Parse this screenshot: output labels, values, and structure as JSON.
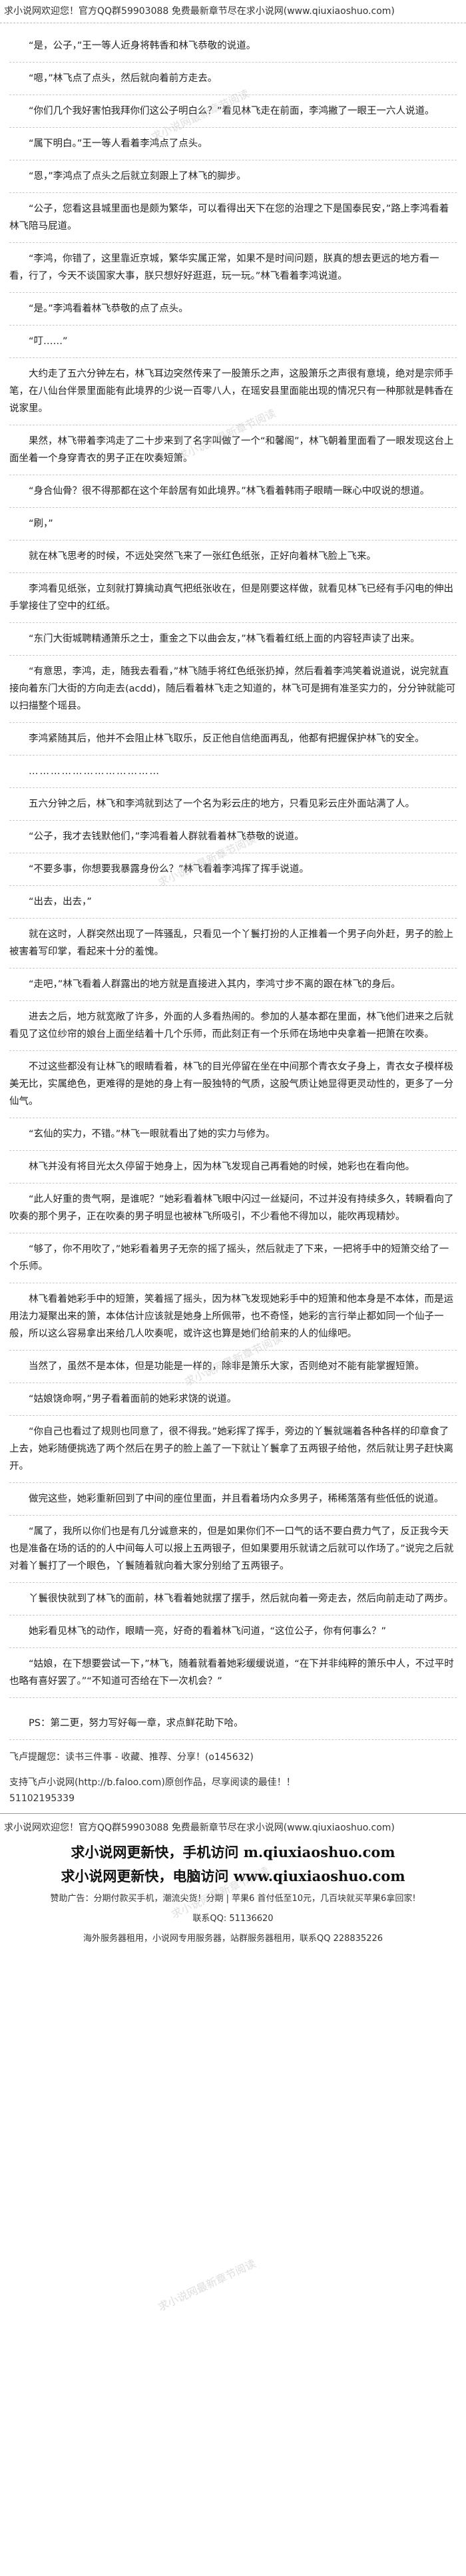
{
  "top_banner": "求小说网欢迎您！官方QQ群59903088 免费最新章节尽在求小说网(www.qiuxiaoshuo.com)",
  "watermark": "求小说网最新章节阅读",
  "paragraphs": [
    "“是，公子，”王一等人近身将韩香和林飞恭敬的说道。",
    "“嗯，”林飞点了点头，然后就向着前方走去。",
    "“你们几个我好害怕我拜你们这公子明白么？”看见林飞走在前面，李鸿撇了一眼王一六人说道。",
    "“属下明白。”王一等人看着李鸿点了点头。",
    "“恩，”李鸿点了点头之后就立刻跟上了林飞的脚步。",
    "“公子，您看这县城里面也是颇为繁华，可以看得出天下在您的治理之下是国泰民安，”路上李鸿看着林飞陪马屁道。",
    "“李鸿，你错了，这里靠近京城，繁华实属正常，如果不是时间问题，朕真的想去更远的地方看一看，行了，今天不谈国家大事，朕只想好好逛逛，玩一玩。”林飞看着李鸿说道。",
    "“是。”李鸿看着林飞恭敬的点了点头。",
    "“叮……”",
    "大约走了五六分钟左右，林飞耳边突然传来了一股箫乐之声，这股箫乐之声很有意境，绝对是宗师手笔，在八仙台伴景里面能有此境界的少说一百零八人，在瑶安县里面能出现的情况只有一种那就是韩香在说家里。",
    "果然，林飞带着李鸿走了二十步来到了名字叫做了一个“和馨阁”，林飞朝着里面看了一眼发现这台上面坐着一个身穿青衣的男子正在吹奏短箫。",
    "“身合仙骨？很不得那都在这个年龄居有如此境界。”林飞看着韩雨子眼睛一眯心中叹说的想道。",
    "“刷，”",
    "就在林飞思考的时候，不远处突然飞来了一张红色纸张，正好向着林飞脸上飞来。",
    "李鸿看见纸张，立刻就打算擒动真气把纸张收在，但是刚要这样做，就看见林飞已经有手闪电的伸出手掌接住了空中的红纸。",
    "“东门大街城聘精通箫乐之士，重金之下以曲会友，”林飞看着红纸上面的内容轻声读了出来。",
    "“有意思，李鸿，走，随我去看看，”林飞随手将红色纸张扔掉，然后看着李鸿笑着说道说，说完就直接向着东门大街的方向走去(acdd)，随后看着林飞走之知道的，林飞可是拥有准圣实力的，分分钟就能可以扫描整个瑶县。",
    "李鸿紧随其后，他并不会阻止林飞取乐，反正他自信绝面再乱，他都有把握保护林飞的安全。",
    "………………………………",
    "五六分钟之后，林飞和李鸿就到达了一个名为彩云庄的地方，只看见彩云庄外面站满了人。",
    "“公子，我才去钱默他们，”李鸿看着人群就看着林飞恭敬的说道。",
    "“不要多事，你想要我暴露身份么？”林飞看着李鸿挥了挥手说道。",
    "“出去，出去，”",
    "就在这时，人群突然出现了一阵骚乱，只看见一个丫鬟打扮的人正推着一个男子向外赶，男子的脸上被害着写印掌，看起来十分的羞愧。",
    "“走吧，”林飞看着人群露出的地方就是直接进入其内，李鸿寸步不离的跟在林飞的身后。",
    "进去之后，地方就宽敞了许多，外面的人多看热闹的。参加的人基本都在里面，林飞他们进来之后就看见了这位纱帘的娘台上面坐结着十几个乐师，而此刻正有一个乐师在场地中央拿着一把箫在吹奏。",
    "不过这些都没有让林飞的眼睛看着，林飞的目光停留在坐在中间那个青衣女子身上，青衣女子模样极美无比，实属绝色，更难得的是她的身上有一股独特的气质，这股气质让她显得更灵动性的，更多了一分仙气。",
    "“玄仙的实力，不错。”林飞一眼就看出了她的实力与修为。",
    "林飞并没有将目光太久停留于她身上，因为林飞发现自己再看她的时候，她彩也在看向他。",
    "“此人好重的贵气啊，是谁呢？”她彩看着林飞眼中闪过一丝疑问，不过并没有持续多久，转瞬看向了吹奏的那个男子，正在吹奏的男子明显也被林飞所吸引，不少看他不得加以，能吹再现精妙。",
    "“够了，你不用吹了，”她彩看着男子无奈的摇了摇头，然后就走了下来，一把将手中的短箫交给了一个乐师。",
    "林飞看着她彩手中的短箫，笑着摇了摇头，因为林飞发现她彩手中的短箫和他本身是不本体，而是运用法力凝聚出来的箫，本体估计应该就是她身上所佩带，也不奇怪，她彩的言行举止都如同一个仙子一般，所以这么容易拿出来给几人吹奏呢，或许这也算是她们给前来的人的仙缘吧。",
    "当然了，虽然不是本体，但是功能是一样的，除非是箫乐大家，否则绝对不能有能掌握短箫。",
    "“姑娘饶命啊，”男子看着面前的她彩求饶的说道。",
    "“你自己也看过了规则也同意了，很不得我。”她彩挥了挥手，旁边的丫鬟就端着各种各样的印章食了上去，她彩随便挑选了两个然后在男子的脸上盖了一下就让丫鬟拿了五两银子给他，然后就让男子赶快离开。",
    "做完这些，她彩重新回到了中间的座位里面，并且看着场内众多男子，稀稀落落有些低低的说道。",
    "“属了，我所以你们也是有几分诚意来的，但是如果你们不一口气的话不要白费力气了，反正我今天也是准备在场的话的的人中间每人可以报上五两银子，但如果要用乐就请之后就可以作场了。”说完之后就对着丫鬟打了一个眼色，丫鬟随着就向着大家分别给了五两银子。",
    "丫鬟很快就到了林飞的面前，林飞看着她就摆了摆手，然后就向着一旁走去，然后向前走动了两步。",
    "她彩看见林飞的动作，眼睛一亮，好奇的看着林飞问道，“这位公子，你有何事么？”",
    "“姑娘，在下想要尝试一下，”林飞，随着就看着她彩缓缓说道，“在下并非纯粹的箫乐中人，不过平时也略有喜好罢了。”“不知道可否给在下一次机会？”"
  ],
  "ps_line": "PS：第二更，努力写好每一章，求点鲜花助下哈。",
  "call_to_action": "飞卢提醒您：读书三件事 - 收藏、推荐、分享！(o145632)",
  "support_line": "支持飞卢小说网(http://b.faloo.com)原创作品，尽享阅读的最佳！！",
  "qq_line": "51102195339",
  "bottom": {
    "banner": "求小说网欢迎您！官方QQ群59903088 免费最新章节尽在求小说网(www.qiuxiaoshuo.com)",
    "mobile_line": "求小说网更新快，手机访问 m.qiuxiaoshuo.com",
    "pc_line": "求小说网更新快，电脑访问 www.qiuxiaoshuo.com",
    "sponsor_1": "赞助广告：分期付款买手机，潮流尖货！分期 | 苹果6 首付低至10元，几百块就买苹果6拿回家!",
    "sponsor_2": "联系QQ: 51136620",
    "sponsor_3": "海外服务器租用，小说网专用服务器，站群服务器租用，联系QQ 228835226"
  }
}
